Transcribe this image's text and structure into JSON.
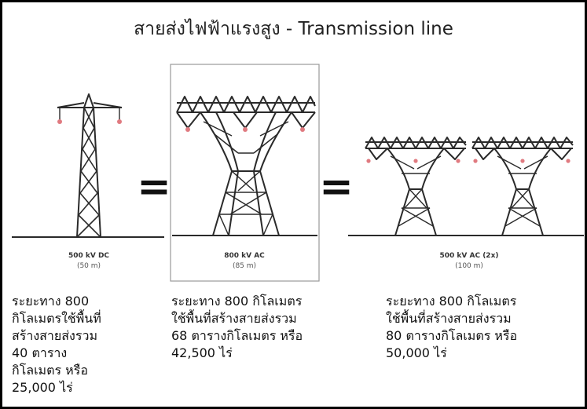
{
  "title": "สายส่งไฟฟ้าแรงสูง - Transmission line",
  "equals_sign": "=",
  "towers": [
    {
      "label": "500 kV DC",
      "height": "(50 m)",
      "description": "ระยะทาง 800\nกิโลเมตรใช้พื้นที่\nสร้างสายส่งรวม\n40 ตาราง\nกิโลเมตร หรือ\n25,000 ไร่"
    },
    {
      "label": "800 kV AC",
      "height": "(85 m)",
      "description": "ระยะทาง 800 กิโลเมตร\nใช้พื้นที่สร้างสายส่งรวม\n68 ตารางกิโลเมตร หรือ\n42,500 ไร่"
    },
    {
      "label": "500 kV AC (2x)",
      "height": "(100 m)",
      "description": "ระยะทาง 800 กิโลเมตร\nใช้พื้นที่สร้างสายส่งรวม\n80 ตารางกิโลเมตร หรือ\n50,000 ไร่"
    }
  ],
  "colors": {
    "lattice": "#2a2a2a",
    "insulator": "#e07a80",
    "highlight_border": "#9a9a9a",
    "frame": "#000000"
  }
}
